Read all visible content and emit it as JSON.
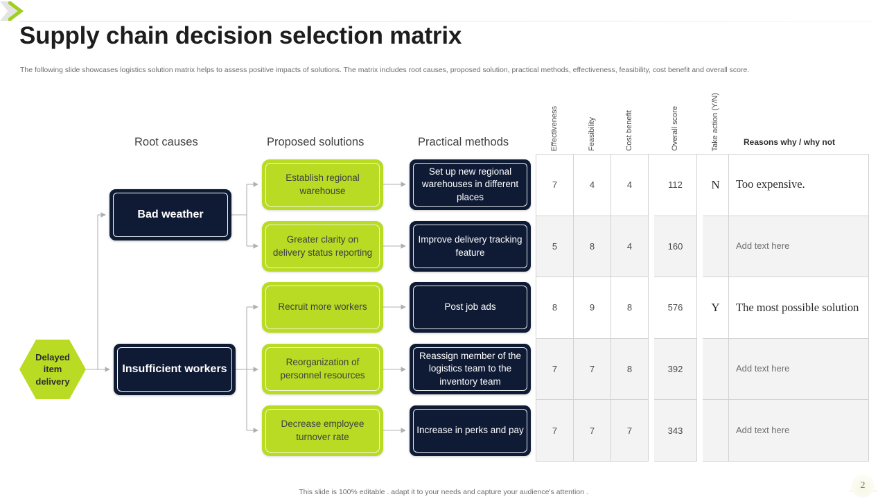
{
  "header": {
    "logo_icon": "chevron-right-logo-icon",
    "title": "Supply chain decision selection matrix",
    "subtitle": "The following slide showcases logistics solution matrix helps to assess positive impacts of solutions. The matrix includes root causes, proposed solution, practical methods, effectiveness, feasibility, cost benefit and overall score."
  },
  "columns": {
    "root_causes": "Root causes",
    "proposed_solutions": "Proposed solutions",
    "practical_methods": "Practical methods",
    "reasons": "Reasons  why / why not"
  },
  "start_node": {
    "label": "Delayed item delivery",
    "line1": "Delayed",
    "line2": "item",
    "line3": "delivery"
  },
  "root_causes": [
    {
      "label": "Bad weather"
    },
    {
      "label": "Insufficient workers"
    }
  ],
  "proposed_solutions": [
    {
      "label": "Establish regional warehouse"
    },
    {
      "label": "Greater clarity on delivery status reporting"
    },
    {
      "label": "Recruit more workers"
    },
    {
      "label": "Reorganization of personnel resources"
    },
    {
      "label": "Decrease employee turnover rate"
    }
  ],
  "practical_methods": [
    {
      "label": "Set up new regional warehouses in different places"
    },
    {
      "label": "Improve delivery tracking feature"
    },
    {
      "label": "Post job ads"
    },
    {
      "label": "Reassign member of the logistics team to the inventory team"
    },
    {
      "label": "Increase in perks and pay"
    }
  ],
  "matrix_headers": {
    "effectiveness": "Effectiveness",
    "feasibility": "Feasibility",
    "cost_benefit": "Cost benefit",
    "overall_score": "Overall score",
    "take_action": "Take action (Y/N)"
  },
  "matrix_rows": [
    {
      "effectiveness": "7",
      "feasibility": "4",
      "cost_benefit": "4",
      "overall_score": "112",
      "take_action": "N",
      "reason": "Too expensive."
    },
    {
      "effectiveness": "5",
      "feasibility": "8",
      "cost_benefit": "4",
      "overall_score": "160",
      "take_action": "",
      "reason": "Add text here"
    },
    {
      "effectiveness": "8",
      "feasibility": "9",
      "cost_benefit": "8",
      "overall_score": "576",
      "take_action": "Y",
      "reason": "The most possible solution"
    },
    {
      "effectiveness": "7",
      "feasibility": "7",
      "cost_benefit": "8",
      "overall_score": "392",
      "take_action": "",
      "reason": "Add text here"
    },
    {
      "effectiveness": "7",
      "feasibility": "7",
      "cost_benefit": "7",
      "overall_score": "343",
      "take_action": "",
      "reason": "Add text here"
    }
  ],
  "footer": {
    "note": "This slide is 100% editable . adapt it to your needs and capture your audience's attention .",
    "page_number": "2"
  },
  "colors": {
    "accent_green": "#b9db23",
    "navy": "#0f1b35",
    "text_dark": "#1d1d1d",
    "text_muted": "#6c6c6c",
    "grid_line": "#d2d2d2"
  }
}
